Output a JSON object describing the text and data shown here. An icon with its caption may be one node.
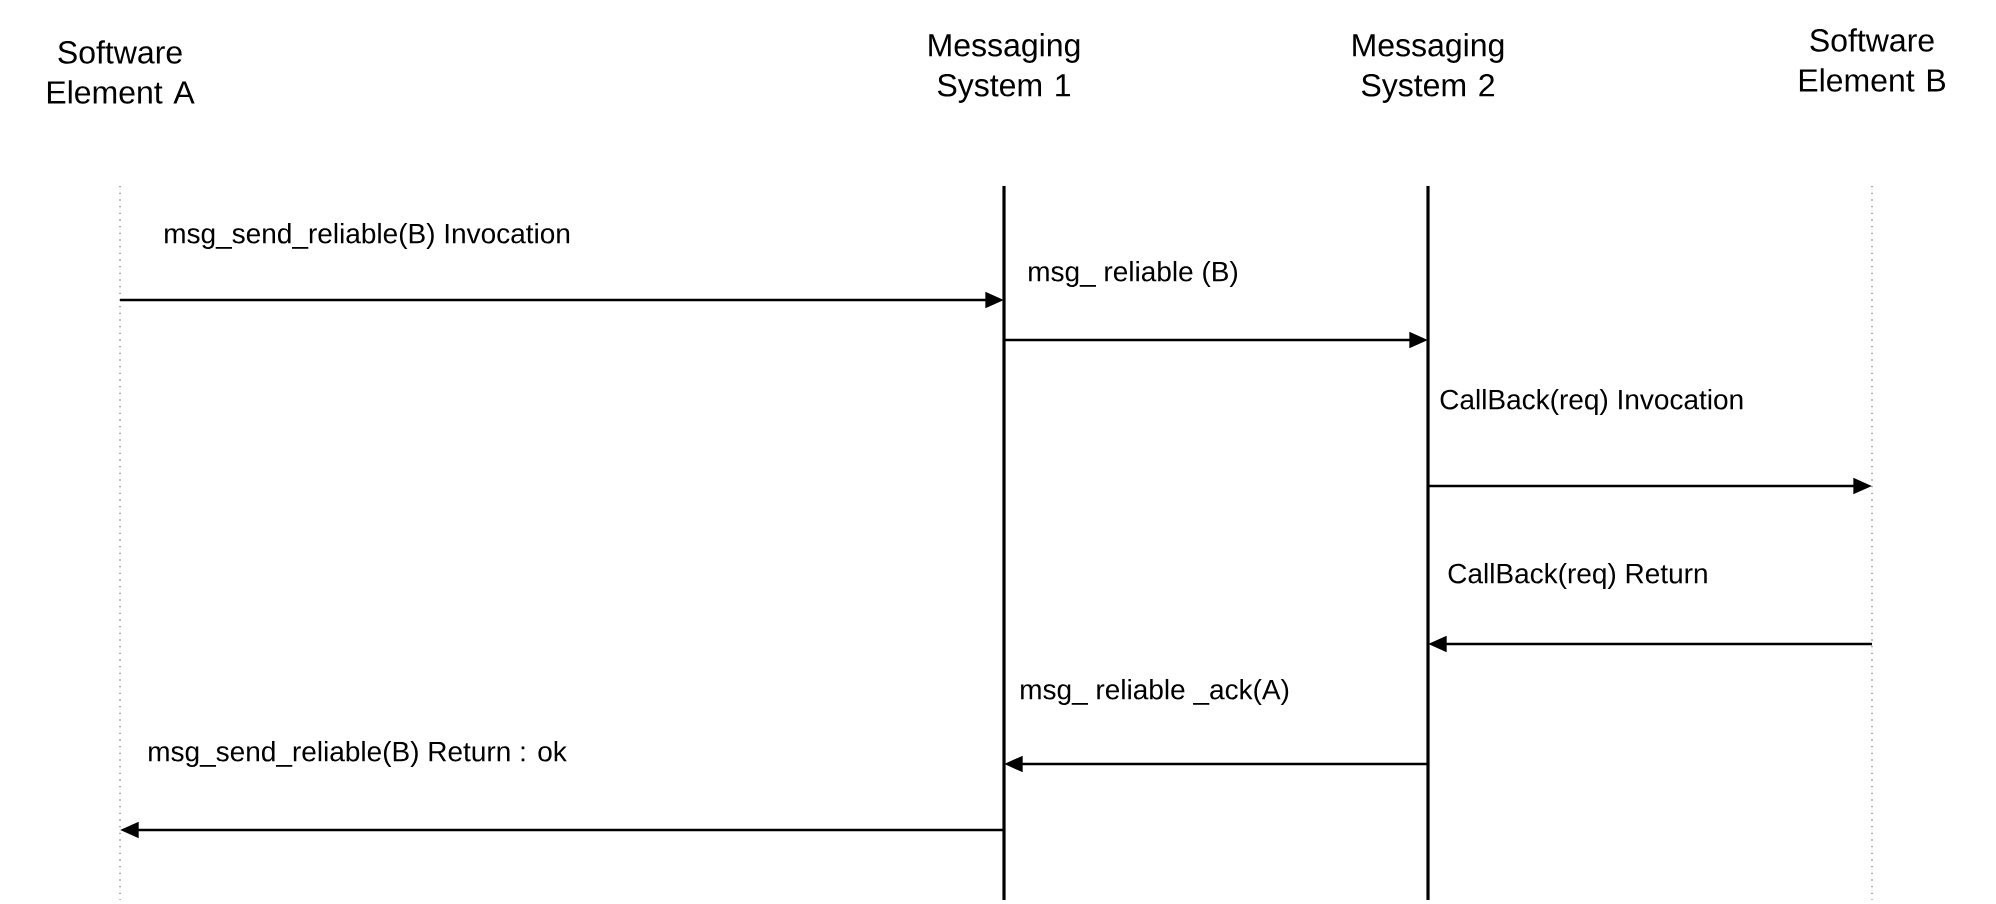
{
  "diagram": {
    "nodes": [
      {
        "text": [
          "Software Element A"
        ]
      },
      {
        "text": [
          "Messaging System 1"
        ]
      },
      {
        "text": [
          "Messaging System 2"
        ]
      },
      {
        "text": [
          "Software Element B"
        ]
      }
    ],
    "edges": [
      {
        "from": 0,
        "to": 1,
        "arrow": "to",
        "label": "msg_send_reliable(B) Invocation"
      },
      {
        "from": 1,
        "to": 2,
        "arrow": "to",
        "label": "msg_ reliable (B)"
      },
      {
        "from": 2,
        "to": 3,
        "arrow": "to",
        "label": "CallBack(req) Invocation"
      },
      {
        "from": 3,
        "to": 2,
        "arrow": "to",
        "label": "CallBack(req) Return"
      },
      {
        "from": 2,
        "to": 1,
        "arrow": "to",
        "label": "msg_ reliable _ack(A)"
      },
      {
        "from": 1,
        "to": 0,
        "arrow": "to",
        "label": "msg_send_reliable(B) Return : ok"
      }
    ]
  }
}
